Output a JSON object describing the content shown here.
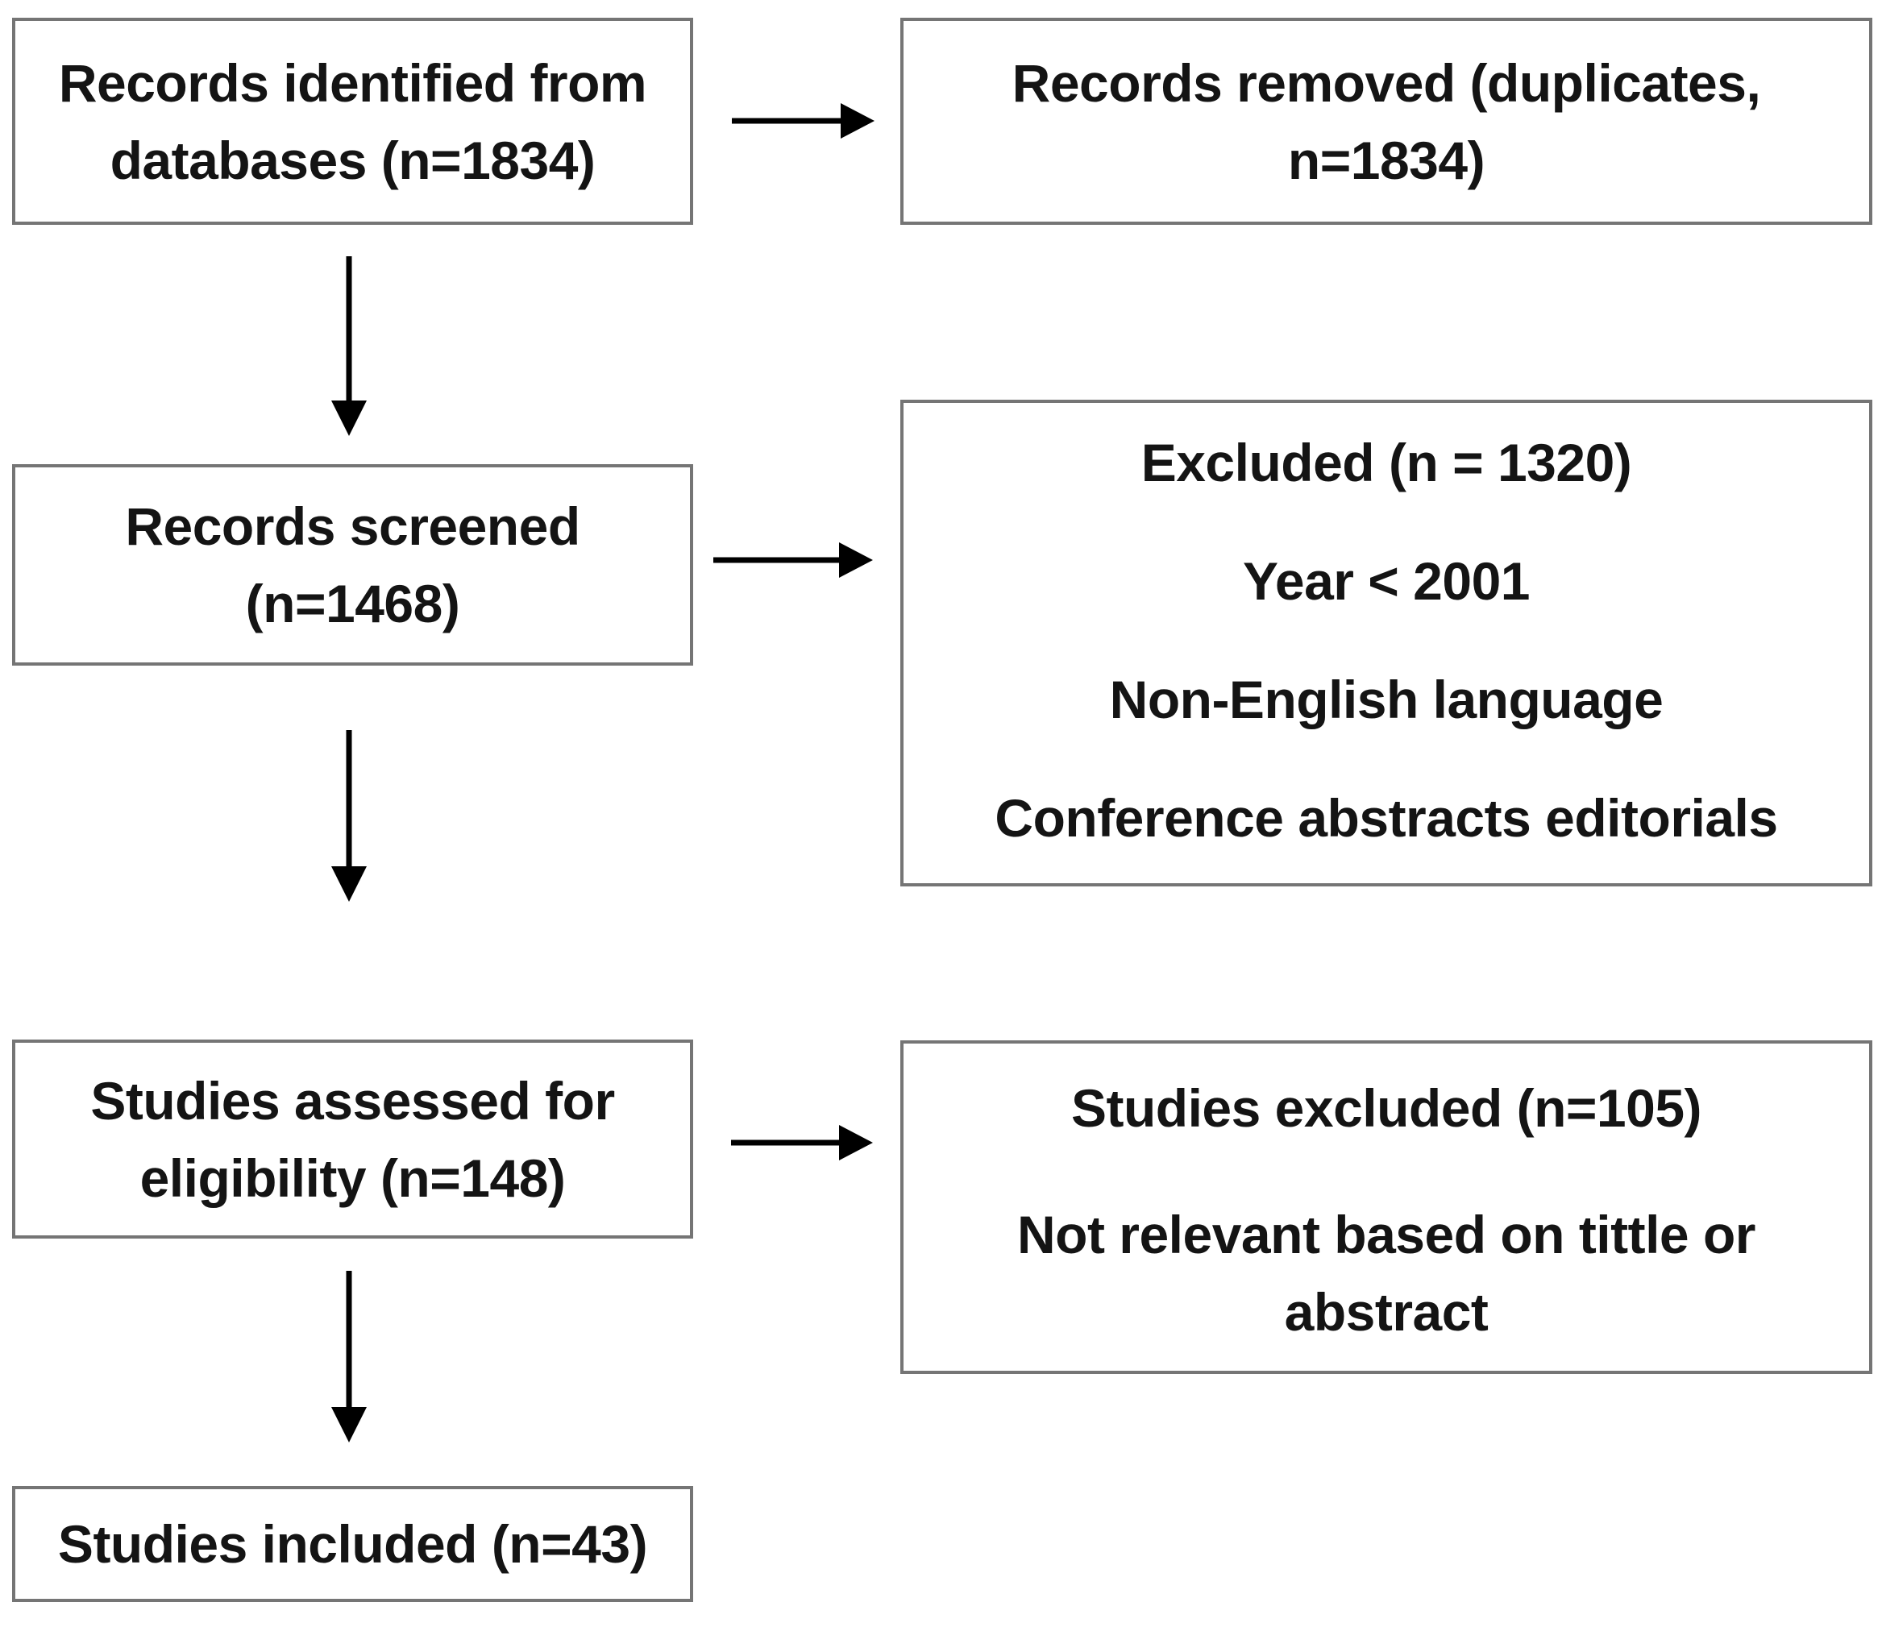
{
  "diagram": {
    "kind": "prisma-flow",
    "colors": {
      "background": "#ffffff",
      "box_border": "#757575",
      "text": "#141414",
      "arrow": "#000000"
    },
    "boxes": {
      "identified": {
        "lines": [
          "Records identified from",
          "databases (n=1834)"
        ]
      },
      "removed": {
        "lines": [
          "Records removed (duplicates,",
          "n=1834)"
        ]
      },
      "screened": {
        "lines": [
          "Records screened",
          "(n=1468)"
        ]
      },
      "excluded": {
        "lines": [
          "Excluded (n = 1320)",
          "Year < 2001",
          "Non-English language",
          "Conference abstracts editorials"
        ]
      },
      "assessed": {
        "lines": [
          "Studies assessed for",
          "eligibility (n=148)"
        ]
      },
      "studies_excluded": {
        "lines": [
          "Studies excluded (n=105)",
          "Not relevant based on tittle or",
          "abstract"
        ]
      },
      "included": {
        "lines": [
          "Studies included (n=43)"
        ]
      }
    }
  }
}
